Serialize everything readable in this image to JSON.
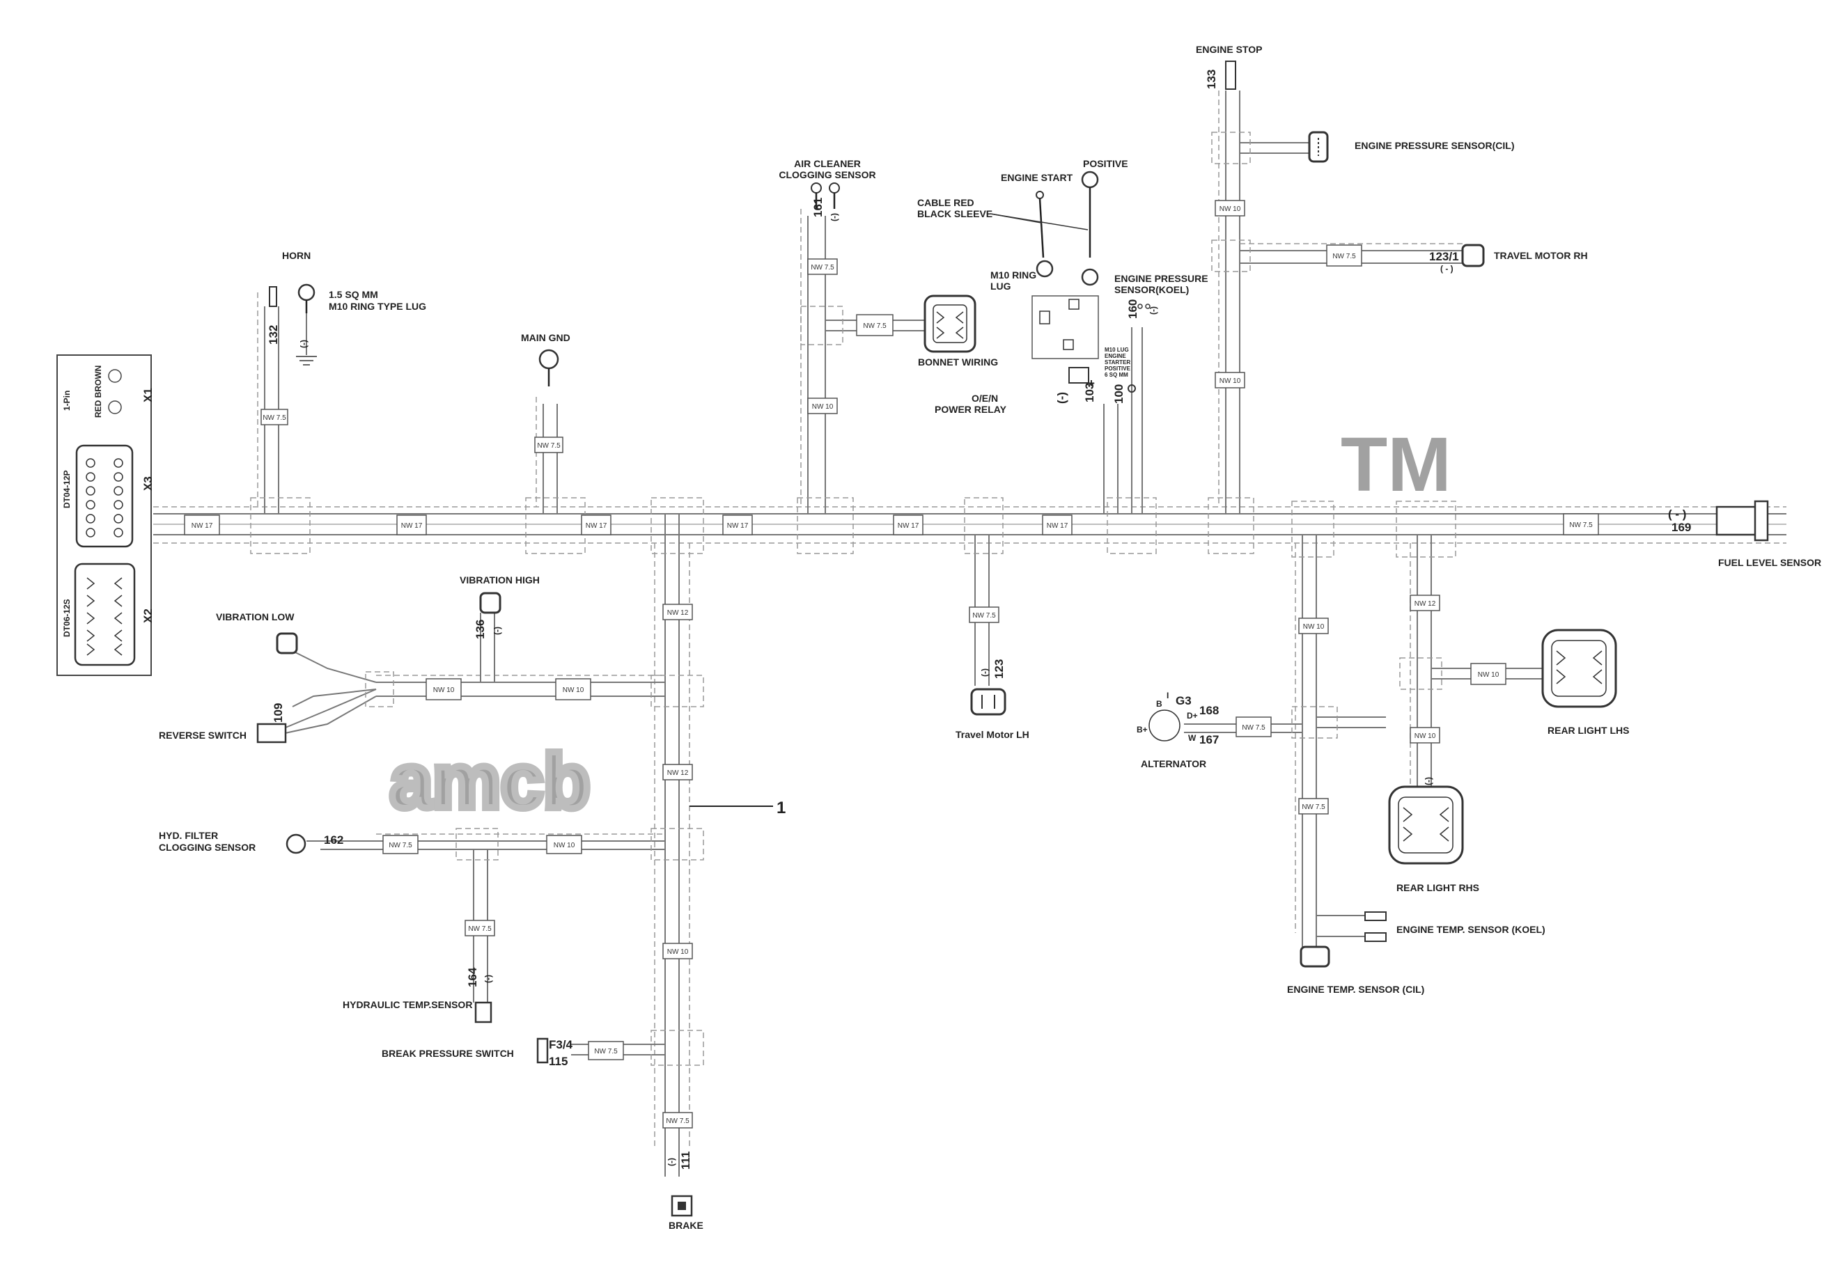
{
  "labels": {
    "engine_stop": "ENGINE STOP",
    "engine_pressure_cil": "ENGINE PRESSURE SENSOR(CIL)",
    "travel_motor_rh": "TRAVEL MOTOR RH",
    "air_cleaner_1": "AIR CLEANER",
    "air_cleaner_2": "CLOGGING SENSOR",
    "engine_start": "ENGINE START",
    "positive": "POSITIVE",
    "cable_red_1": "CABLE RED",
    "cable_red_2": "BLACK SLEEVE",
    "m10_ring_1": "M10 RING",
    "m10_ring_2": "LUG",
    "engine_pressure_koel_1": "ENGINE PRESSURE",
    "engine_pressure_koel_2": "SENSOR(KOEL)",
    "horn": "HORN",
    "lug_1": "1.5 SQ MM",
    "lug_2": "M10 RING TYPE LUG",
    "main_gnd": "MAIN GND",
    "bonnet_wiring": "BONNET WIRING",
    "power_relay_1": "O/E/N",
    "power_relay_2": "POWER RELAY",
    "starter_1": "M10 LUG",
    "starter_2": "ENGINE",
    "starter_3": "STARTER",
    "starter_4": "POSITIVE",
    "starter_5": "6 SQ MM",
    "fuel_level": "FUEL LEVEL SENSOR",
    "vibration_high": "VIBRATION HIGH",
    "vibration_low": "VIBRATION LOW",
    "reverse_switch": "REVERSE SWITCH",
    "travel_motor_lh": "Travel Motor LH",
    "alternator": "ALTERNATOR",
    "rear_light_lhs": "REAR LIGHT LHS",
    "rear_light_rhs": "REAR LIGHT RHS",
    "hyd_filter_1": "HYD. FILTER",
    "hyd_filter_2": "CLOGGING SENSOR",
    "hydraulic_temp": "HYDRAULIC TEMP.SENSOR",
    "break_pressure": "BREAK PRESSURE SWITCH",
    "brake": "BRAKE",
    "engine_temp_koel": "ENGINE TEMP. SENSOR (KOEL)",
    "engine_temp_cil": "ENGINE TEMP. SENSOR (CIL)",
    "one_pin": "1-Pin",
    "red_brown": "RED BROWN",
    "dt04": "DT04-12P",
    "dt06": "DT06-12S",
    "x1": "X1",
    "x2": "X2",
    "x3": "X3",
    "callout_1": "1",
    "watermark": "amcb",
    "tm": "TM"
  },
  "wire_numbers": {
    "w133": "133",
    "w123_1": "123/1",
    "w161": "161",
    "w132": "132",
    "w160": "160",
    "w103": "103",
    "w100": "100",
    "w169": "169",
    "w136": "136",
    "w109": "109",
    "w123": "123",
    "w168": "168",
    "w167": "167",
    "w162": "162",
    "w164": "164",
    "w_f34": "F3/4",
    "w115": "115",
    "w111": "111",
    "minus": "( - )",
    "minus_short": "(-)",
    "plus": "+",
    "alt_b": "B",
    "alt_i": "I",
    "alt_g3": "G3",
    "alt_d": "D+",
    "alt_bp": "B+",
    "alt_w": "W"
  },
  "sleeves": {
    "nw75": "NW 7.5",
    "nw10": "NW 10",
    "nw12": "NW 12",
    "nw17": "NW 17"
  }
}
